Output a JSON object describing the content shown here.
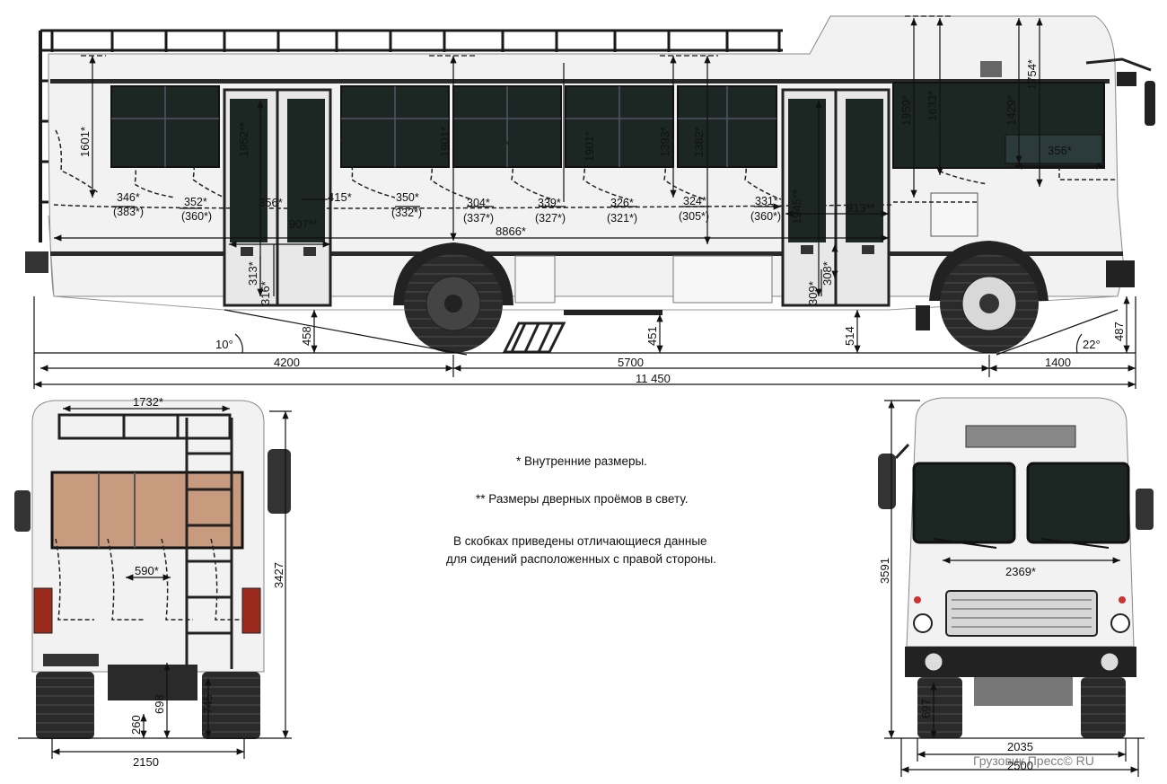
{
  "notes": {
    "line1": "* Внутренние размеры.",
    "line2": "** Размеры дверных проёмов в свету.",
    "line3": "В скобках приведены отличающиеся данные",
    "line4": "для сидений расположенных с правой стороны."
  },
  "side": {
    "overall_length": "11 450",
    "front_overhang": "4200",
    "wheelbase": "5700",
    "rear_overhang": "1400",
    "angle_rear": "10°",
    "angle_front": "22°",
    "h_458": "458",
    "h_451": "451",
    "h_514": "514",
    "h_487": "487",
    "int_length": "8866*",
    "h_1601": "1601*",
    "h_1952": "1952**",
    "h_1901a": "1901*",
    "h_1901b": "1901*",
    "h_1393": "1393*",
    "h_1382": "1382*",
    "h_1945": "1945**",
    "h_1959": "1959*",
    "h_1633": "1633*",
    "h_1429": "1429*",
    "h_1754": "1754*",
    "w_356a": "356*",
    "w_356b": "356*",
    "door1_w": "907**",
    "door2_w": "913**",
    "step_313": "313*",
    "step_316": "316*",
    "step_308": "308*",
    "step_309": "309*",
    "gap_415": "415*",
    "seats": [
      {
        "a": "346*",
        "b": "(383*)"
      },
      {
        "a": "352*",
        "b": "(360*)"
      },
      {
        "a": "350*",
        "b": "(332*)"
      },
      {
        "a": "304*",
        "b": "(337*)"
      },
      {
        "a": "339*",
        "b": "(327*)"
      },
      {
        "a": "326*",
        "b": "(321*)"
      },
      {
        "a": "324*",
        "b": "(305*)"
      },
      {
        "a": "331*",
        "b": "(360*)"
      }
    ]
  },
  "rear": {
    "roof_width": "1732*",
    "aisle": "590*",
    "height": "3427",
    "h_698": "698",
    "h_745": "745",
    "h_260": "260",
    "track": "2150"
  },
  "front": {
    "int_width": "2369*",
    "height": "3591",
    "h_697": "697",
    "track": "2035",
    "width": "2500",
    "watermark": "Грузовик Пресс© RU"
  },
  "colors": {
    "body": "#f2f2f2",
    "glass": "#1c2622",
    "rear_glass": "#c89a7e",
    "dark": "#222",
    "tail": "#9b2a1c"
  }
}
